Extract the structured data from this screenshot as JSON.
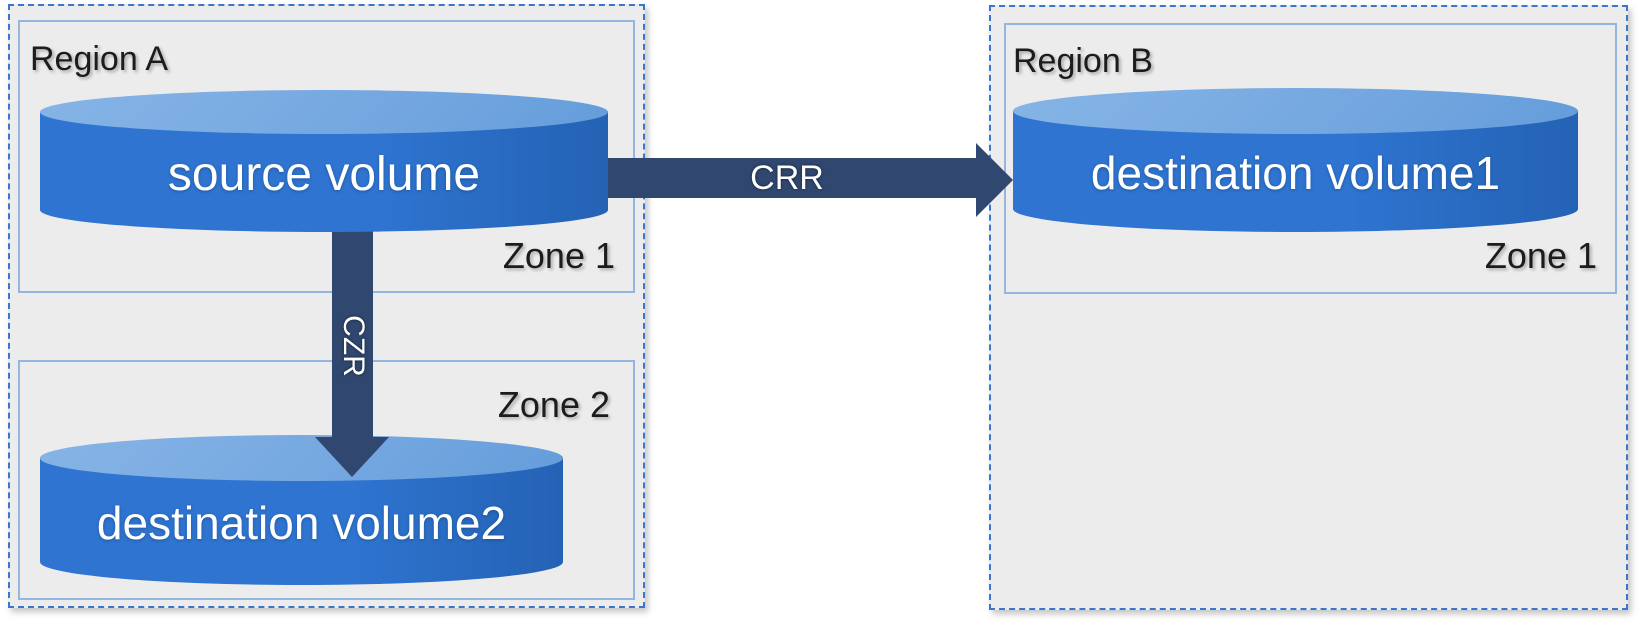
{
  "diagram": {
    "regions": [
      {
        "label": "Region A",
        "zones": [
          {
            "label": "Zone 1"
          },
          {
            "label": "Zone 2"
          }
        ]
      },
      {
        "label": "Region B",
        "zones": [
          {
            "label": "Zone 1"
          }
        ]
      }
    ],
    "volumes": [
      {
        "label": "source volume",
        "region": "Region A",
        "zone": "Zone 1"
      },
      {
        "label": "destination volume1",
        "region": "Region B",
        "zone": "Zone 1"
      },
      {
        "label": "destination volume2",
        "region": "Region A",
        "zone": "Zone 2"
      }
    ],
    "arrows": [
      {
        "label": "CRR",
        "from": "source volume",
        "to": "destination volume1",
        "orientation": "horizontal"
      },
      {
        "label": "CZR",
        "from": "source volume",
        "to": "destination volume2",
        "orientation": "vertical"
      }
    ],
    "colors": {
      "region_fill": "#ececec",
      "region_border": "#3b76ce",
      "zone_border": "#92b6de",
      "cylinder_body": "#2e74d0",
      "cylinder_top": "#74a7e0",
      "arrow": "#304870",
      "label_dark": "#1c1c1c",
      "label_light": "#ffffff"
    }
  }
}
